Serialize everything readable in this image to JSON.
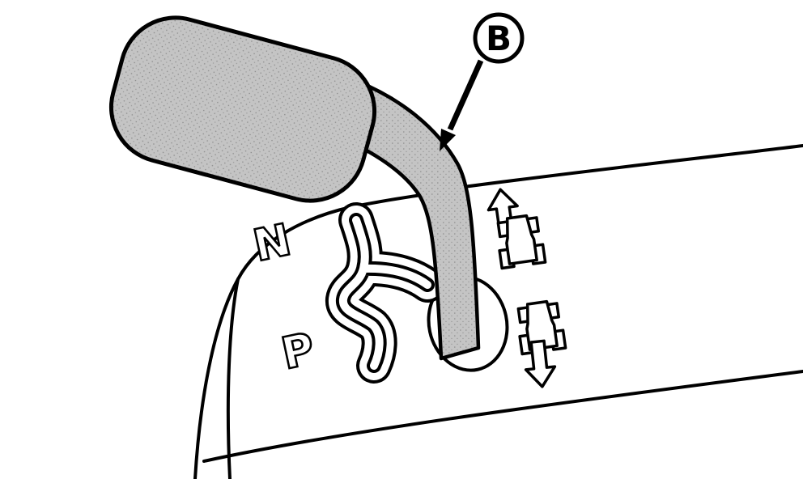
{
  "figure": {
    "callout": {
      "label": "B"
    },
    "gate": {
      "neutral_label": "N",
      "park_label": "P"
    },
    "icons": {
      "forward": "tractor-top-view-up-arrow-icon",
      "reverse": "tractor-top-view-down-arrow-icon",
      "callout": "circled-letter-callout-with-leader-arrow"
    },
    "colors": {
      "line": "#000000",
      "knob_fill": "#c4c4c4",
      "stipple_dot": "#8c8c8c",
      "background": "#ffffff"
    }
  }
}
